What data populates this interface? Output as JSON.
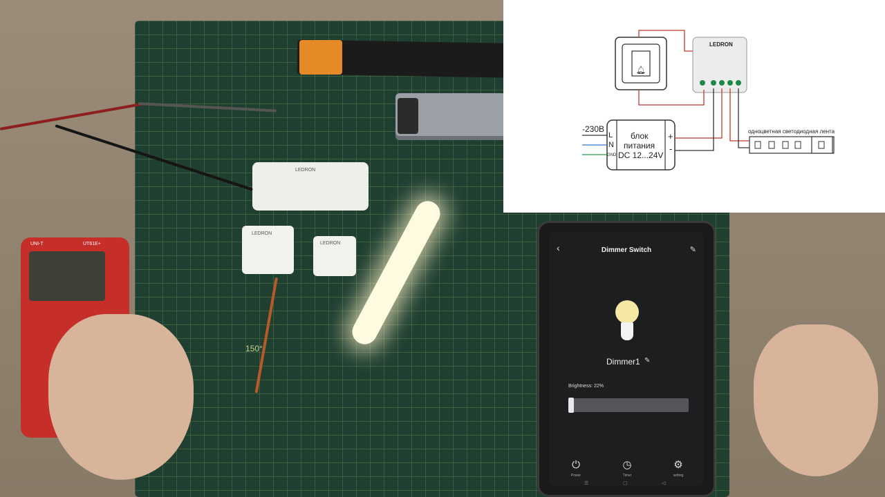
{
  "app": {
    "title": "Dimmer Switch",
    "device_name": "Dimmer1",
    "brightness_label": "Brightness: 22%",
    "brightness_value": 0.22,
    "status_left": "",
    "status_right": "",
    "icons": {
      "back": "back-arrow-icon",
      "edit": "edit-icon",
      "rename": "pencil-icon",
      "bulb": "bulb-icon"
    },
    "nav": [
      {
        "label": "Power",
        "icon": "⏻"
      },
      {
        "label": "Timer",
        "icon": "◷"
      },
      {
        "label": "setting",
        "icon": "⚙"
      }
    ],
    "android_nav": [
      "☰",
      "▢",
      "◁"
    ]
  },
  "diagram": {
    "voltage_in": "-230B",
    "psu_line1": "блок",
    "psu_line2": "питания",
    "psu_rating": "DC 12...24V",
    "terminal_l": "L",
    "terminal_n": "N",
    "terminal_gnd": "GND",
    "plus": "+",
    "minus": "-",
    "strip_label": "одноцветная светодиодная лента",
    "brand": "LEDRON"
  },
  "scene": {
    "mat_angle": "150°",
    "gateway_brand": "LEDRON",
    "dimmer_brand": "LEDRON",
    "meter_brand": "UNI-T",
    "meter_model": "UT61E+"
  }
}
